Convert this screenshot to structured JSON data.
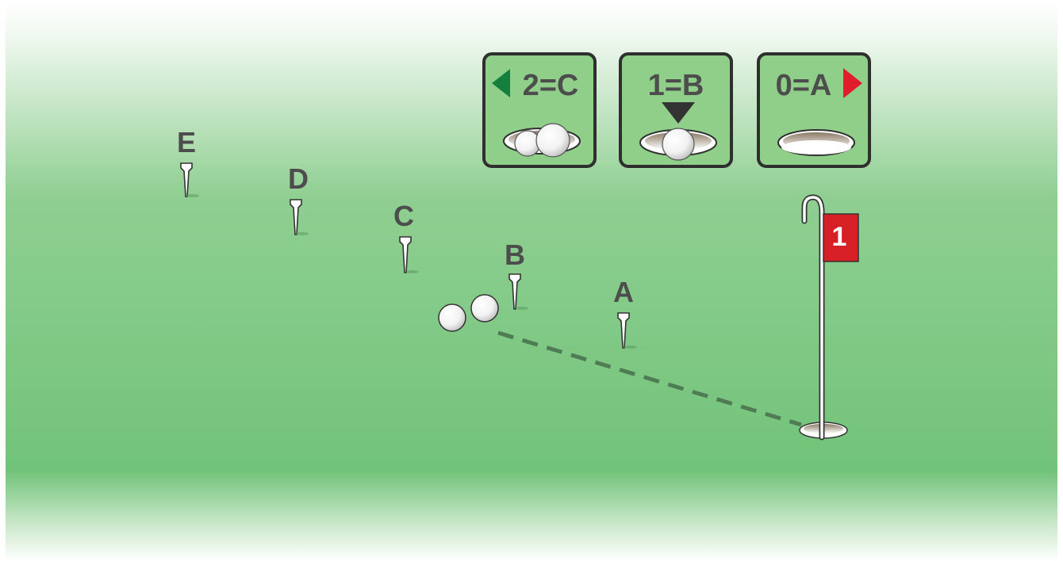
{
  "legend": [
    {
      "score": "2",
      "tee": "C",
      "label": "2=C",
      "arrow": "left",
      "arrow_color": "#15803d",
      "balls_in_cup": 2
    },
    {
      "score": "1",
      "tee": "B",
      "label": "1=B",
      "arrow": "down",
      "arrow_color": "#333333",
      "balls_in_cup": 1
    },
    {
      "score": "0",
      "tee": "A",
      "label": "0=A",
      "arrow": "right",
      "arrow_color": "#e11d2b",
      "balls_in_cup": 0
    }
  ],
  "tees": [
    {
      "label": "E"
    },
    {
      "label": "D"
    },
    {
      "label": "C"
    },
    {
      "label": "B"
    },
    {
      "label": "A"
    }
  ],
  "flag": {
    "number": "1",
    "color": "#d71f26"
  },
  "colors": {
    "grass_light": "#e6f3e6",
    "grass": "#72c37a",
    "panel_fill": "#8fcf8a",
    "panel_border": "#2f2f2f",
    "label_text": "#4d4d4d",
    "dashed_path": "#4f7b55"
  }
}
